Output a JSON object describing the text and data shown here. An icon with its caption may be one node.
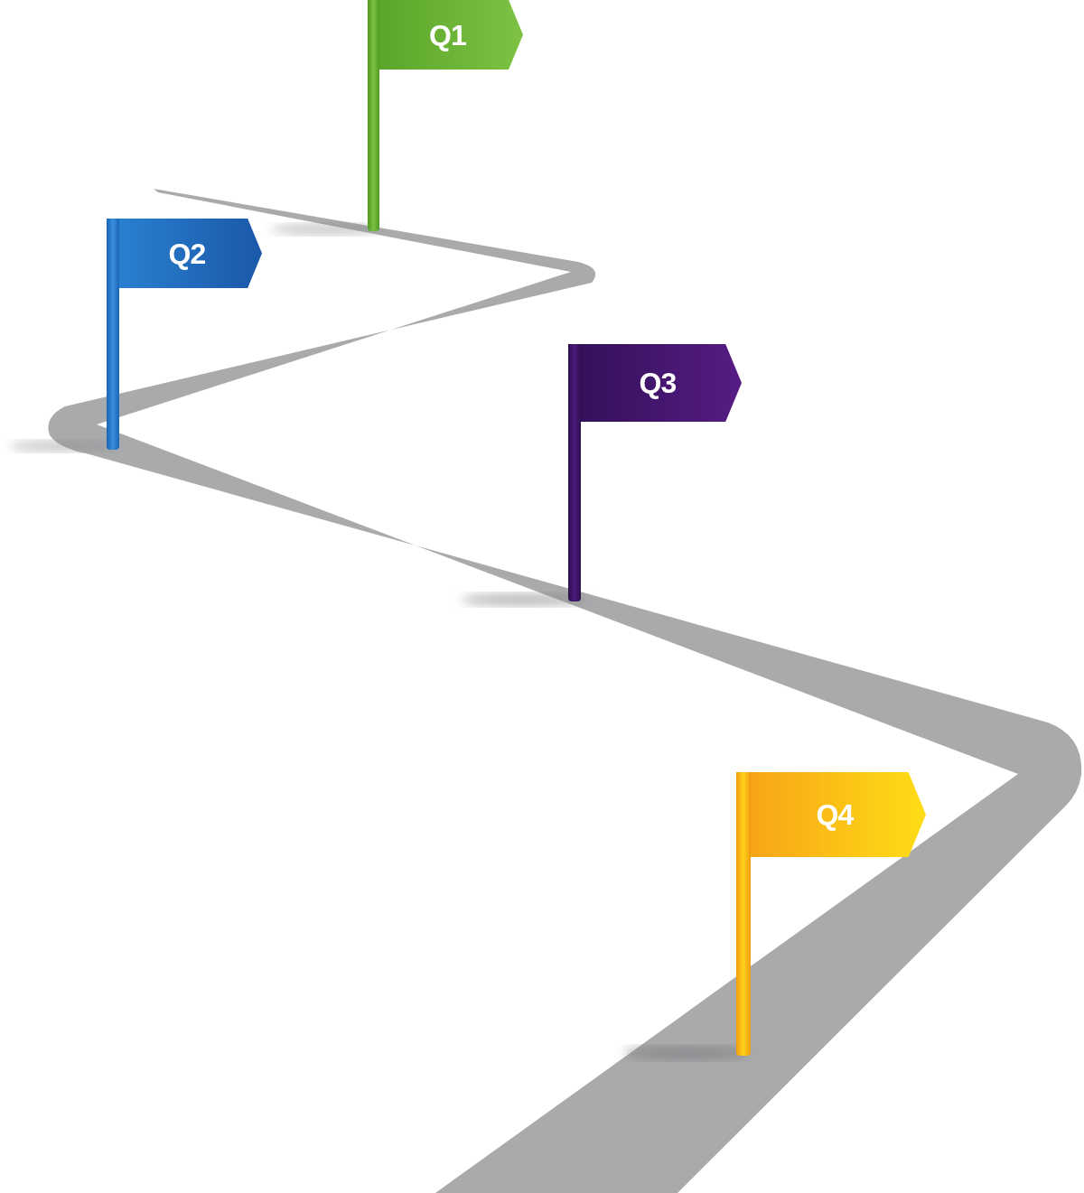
{
  "diagram": {
    "nodes": [
      {
        "text": [
          "Q1"
        ]
      },
      {
        "text": [
          "Q2"
        ]
      },
      {
        "text": [
          "Q3"
        ]
      },
      {
        "text": [
          "Q4"
        ]
      }
    ]
  }
}
